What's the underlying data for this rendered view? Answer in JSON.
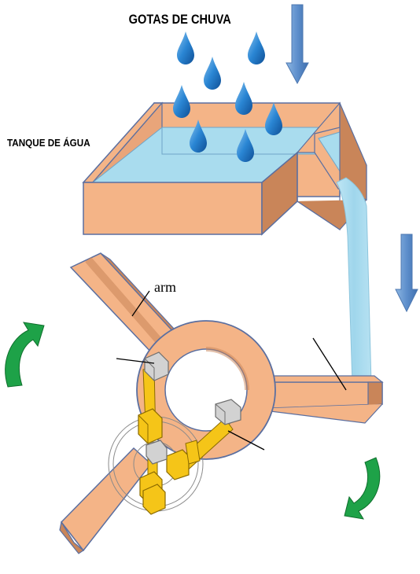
{
  "labels": {
    "rain_drops": "GOTAS DE CHUVA",
    "water_tank": "TANQUE DE ÁGUA",
    "arm": "arm"
  },
  "colors": {
    "wood": "#f4b487",
    "wood_dark": "#c98559",
    "wood_stroke": "#5b6fa0",
    "water": "#a9dcee",
    "drop": "#1b73c1",
    "arrow_blue": "#6a9bd2",
    "arrow_green": "#1ea248",
    "gear_yellow": "#f5c518",
    "gear_dark": "#c99a0a",
    "block_gray": "#c9c9c9"
  }
}
